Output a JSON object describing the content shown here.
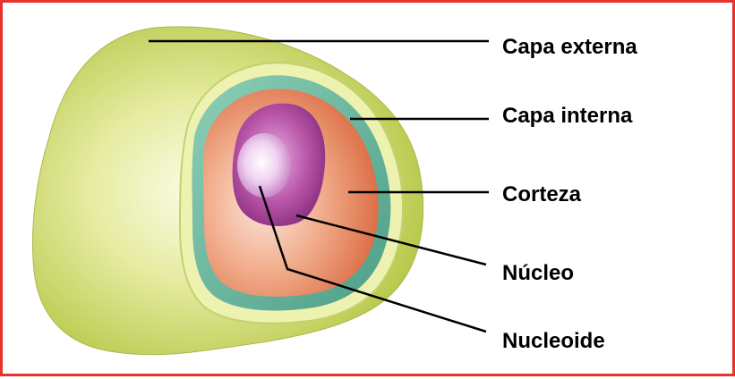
{
  "labels": {
    "outer_layer": "Capa externa",
    "inner_layer": "Capa interna",
    "cortex": "Corteza",
    "nucleus": "Núcleo",
    "nucleoid": "Nucleoide"
  },
  "colors": {
    "border": "#e8322e",
    "outer_layer": "#c9d96a",
    "inner_layer": "#6fb8a0",
    "cortex": "#e8805a",
    "nucleus": "#b04aa0",
    "nucleoid": "#e8c8f0"
  }
}
